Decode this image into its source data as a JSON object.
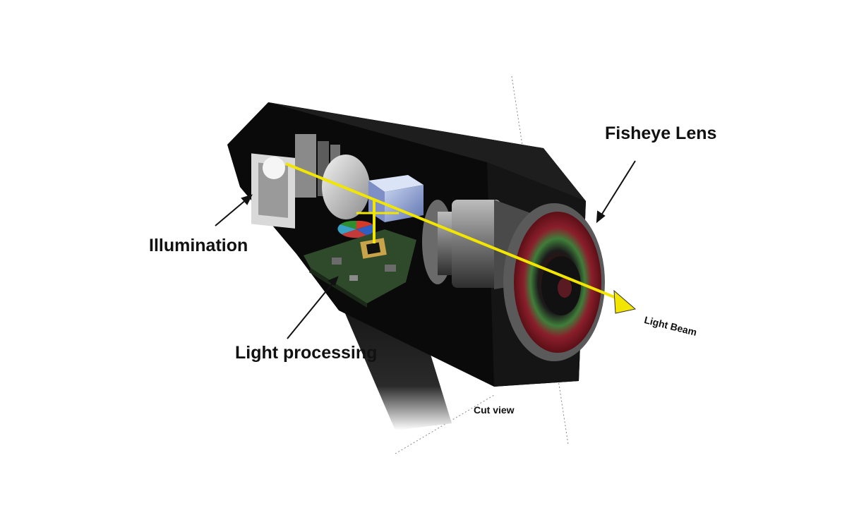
{
  "labels": {
    "fisheye_lens": "Fisheye Lens",
    "illumination": "Illumination",
    "light_processing": "Light processing",
    "light_beam": "Light Beam",
    "cut_view": "Cut view"
  },
  "colors": {
    "housing": "#0a0a0a",
    "beam": "#f2e600",
    "lens_rim": "#5a5a5a",
    "lens_red": "#c0232f",
    "lens_green": "#3f7d3a",
    "board": "#2e4a2a",
    "prism": "#8fa6d6"
  }
}
